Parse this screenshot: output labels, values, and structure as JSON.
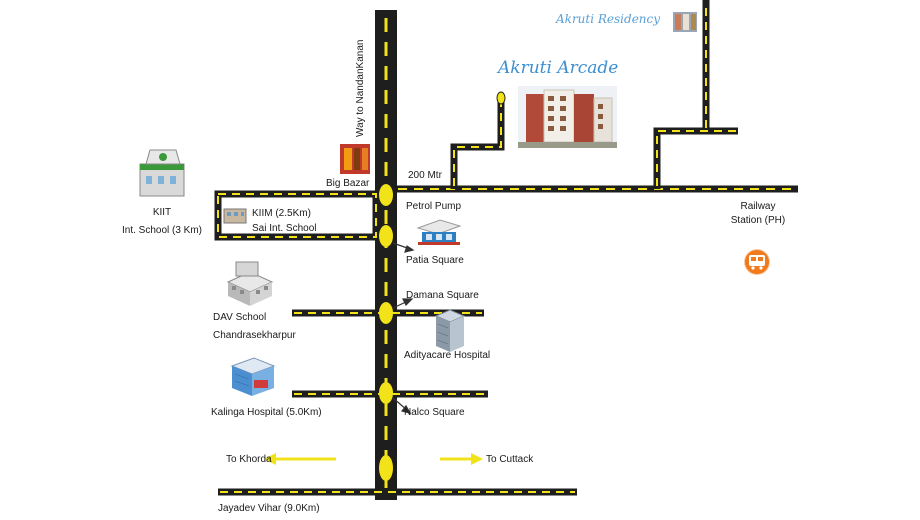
{
  "map": {
    "colors": {
      "road": "#1e1e1e",
      "dash": "#f2e21a",
      "arrow_direction": "#f2e21a",
      "project_title": "#3d8fd0",
      "residency_title": "#5aa0d6",
      "railway_icon": "#f07a1c"
    },
    "projects": {
      "main": "Akruti Arcade",
      "secondary": "Akruti Residency"
    },
    "landmarks": {
      "way_to": "Way to NandanKanan",
      "big_bazar": "Big Bazar",
      "distance_200": "200 Mtr",
      "petrol_pump": "Petrol Pump",
      "kiit_line1": "KIIT",
      "kiit_line2": "Int. School (3 Km)",
      "kiim": "KIIM (2.5Km)",
      "sai_school": "Sai Int. School",
      "patia_square": "Patia Square",
      "railway_line1": "Railway",
      "railway_line2": "Station (PH)",
      "dav_line1": "DAV School",
      "dav_line2": "Chandrasekharpur",
      "damana_square": "Damana Square",
      "adityacare": "Adityacare Hospital",
      "kalinga": "Kalinga Hospital (5.0Km)",
      "nalco_square": "Nalco Square",
      "to_khorda": "To Khorda",
      "to_cuttack": "To Cuttack",
      "jayadev_vihar": "Jayadev Vihar (9.0Km)"
    },
    "icons": [
      "kiit-building-icon",
      "kiim-building-icon",
      "big-bazar-store-icon",
      "akruti-arcade-building-photo",
      "akruti-residency-building-photo",
      "petrol-pump-icon",
      "hospital-icon",
      "dav-school-building-icon",
      "kalinga-hospital-icon",
      "railway-station-icon"
    ]
  }
}
